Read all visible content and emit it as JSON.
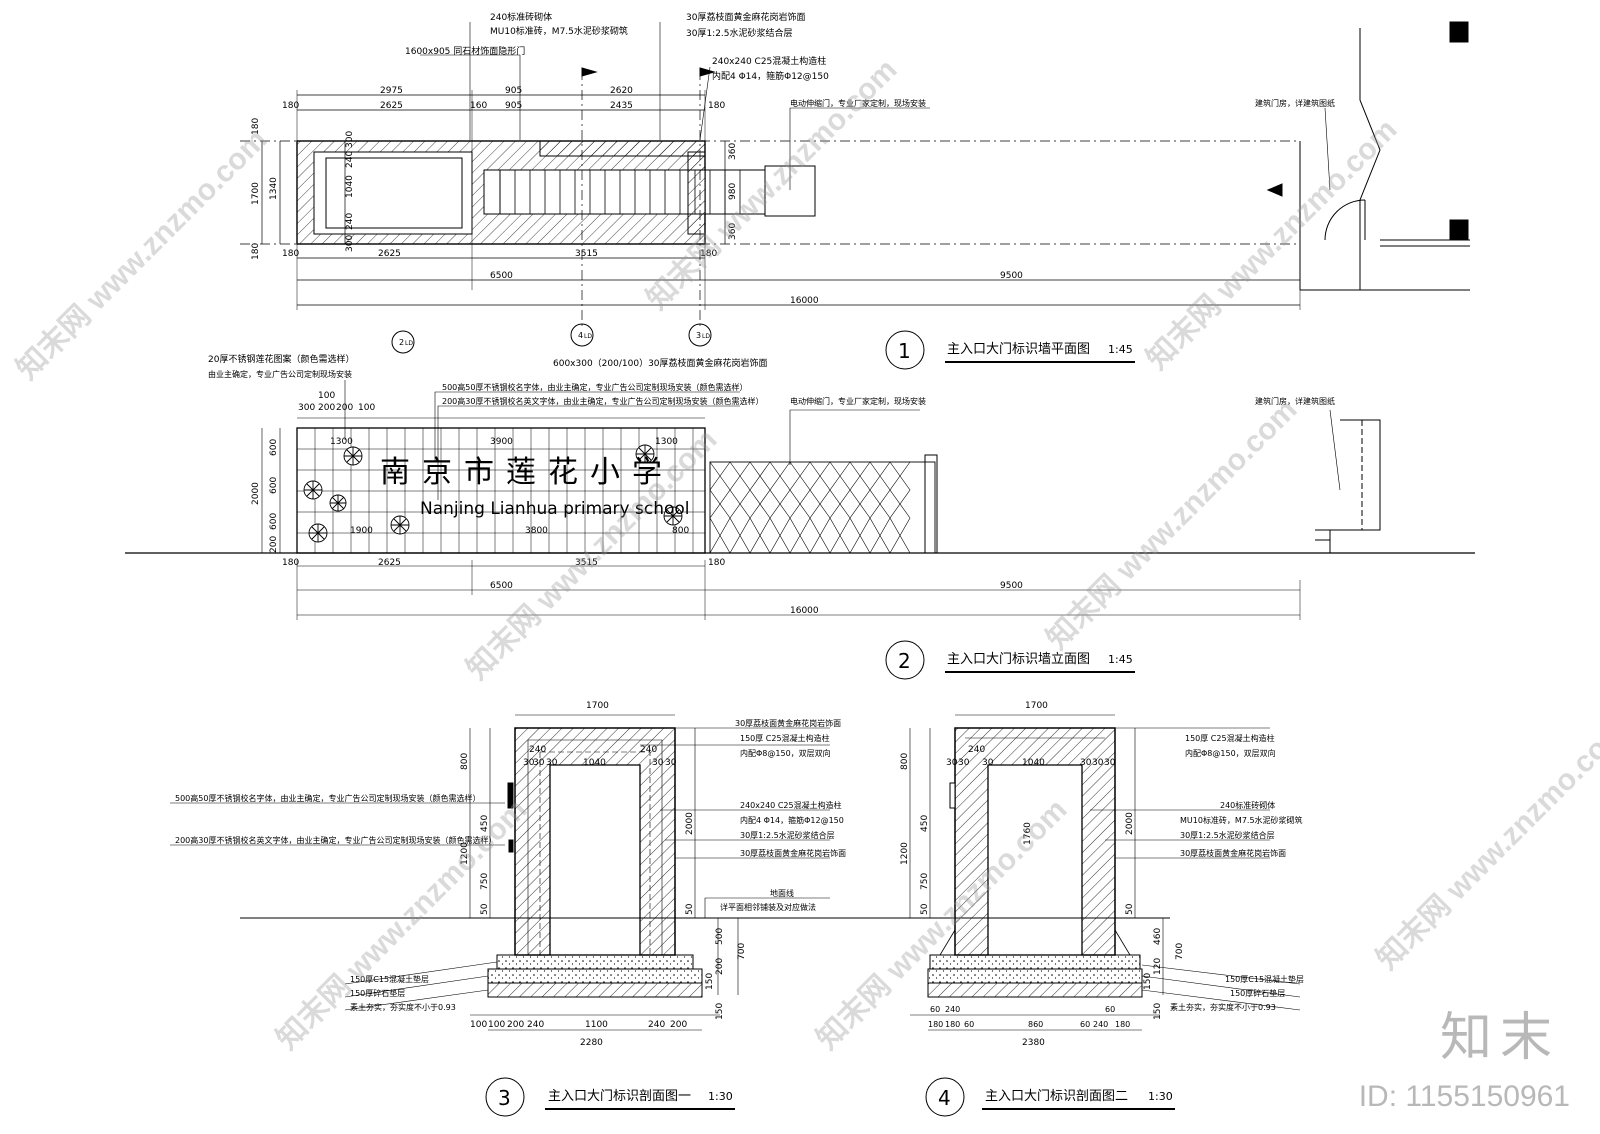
{
  "plan": {
    "notes": {
      "wall240": "240标准砖砌体",
      "mu10": "MU10标准砖，M7.5水泥砂浆砌筑",
      "door": "1600x905 同石材饰面隐形门",
      "granite30": "30厚荔枝面黄金麻花岗岩饰面",
      "mortar30": "30厚1:2.5水泥砂浆结合层",
      "col240": "240x240 C25混凝土构造柱",
      "col240b": "内配4 Φ14，箍筋Φ12@150",
      "gate": "电动伸缩门，专业厂家定制，现场安装",
      "building": "建筑门房，详建筑图纸"
    },
    "dims_top": [
      "2975",
      "905",
      "2620",
      "180",
      "2625",
      "160",
      "905",
      "2435",
      "180"
    ],
    "dims_bottom": [
      "180",
      "2625",
      "3515",
      "180",
      "6500",
      "9500",
      "16000"
    ],
    "dims_left": [
      "180",
      "1700",
      "1340",
      "180"
    ],
    "dims_inner": [
      "300",
      "240",
      "1040",
      "240",
      "300",
      "360",
      "980",
      "360"
    ],
    "section_marks": [
      "2",
      "4",
      "3"
    ],
    "sheet_ref": "LD",
    "title_num": "1",
    "title": "主入口大门标识墙平面图",
    "scale": "1:45"
  },
  "elevation": {
    "notes": {
      "lotus": "20厚不锈钢莲花图案（颜色需选样）",
      "lotus2": "由业主确定，专业广告公司定制现场安装",
      "stone": "600x300（200/100）30厚荔枝面黄金麻花岗岩饰面",
      "name500": "500高50厚不锈钢校名字体，由业主确定，专业广告公司定制现场安装（颜色需选样）",
      "name200": "200高30厚不锈钢校名英文字体，由业主确定，专业广告公司定制现场安装（颜色需选样）",
      "gate": "电动伸缩门，专业厂家定制，现场安装",
      "building": "建筑门房，详建筑图纸"
    },
    "school_cn": "南京市莲花小学",
    "school_en": "Nanjing Lianhua primary school",
    "dims_top": [
      "100",
      "300",
      "200",
      "200",
      "100",
      "1300",
      "3900",
      "1300"
    ],
    "dims_left": [
      "2000",
      "600",
      "600",
      "600",
      "200"
    ],
    "dims_mid": [
      "1900",
      "3800",
      "800"
    ],
    "dims_bottom": [
      "180",
      "2625",
      "3515",
      "180",
      "6500",
      "9500",
      "16000"
    ],
    "title_num": "2",
    "title": "主入口大门标识墙立面图",
    "scale": "1:45"
  },
  "section3": {
    "notes_left": [
      "500高50厚不锈钢校名字体，由业主确定，专业广告公司定制现场安装（颜色需选样）",
      "200高30厚不锈钢校名英文字体，由业主确定，专业广告公司定制现场安装（颜色需选样）"
    ],
    "notes_right": [
      "30厚荔枝面黄金麻花岗岩饰面",
      "150厚 C25混凝土构造柱",
      "内配Φ8@150，双层双向",
      "240x240 C25混凝土构造柱",
      "内配4 Φ14，箍筋Φ12@150",
      "30厚1:2.5水泥砂浆结合层",
      "30厚荔枝面黄金麻花岗岩饰面",
      "地面线",
      "详平面相邻铺装及对应做法"
    ],
    "notes_base": [
      "150厚C15混凝土垫层",
      "150厚碎石垫层",
      "素土夯实，夯实度不小于0.93"
    ],
    "dims": {
      "top": "1700",
      "inner": [
        "30",
        "30",
        "240",
        "30",
        "1040",
        "240",
        "30",
        "30"
      ],
      "left": [
        "800",
        "450",
        "1200",
        "750",
        "50"
      ],
      "right": [
        "2000",
        "50",
        "500",
        "700",
        "200",
        "150",
        "150"
      ],
      "bottom": [
        "100",
        "200",
        "240",
        "1100",
        "240",
        "200",
        "100",
        "2280"
      ]
    },
    "title_num": "3",
    "title": "主入口大门标识剖面图一",
    "scale": "1:30"
  },
  "section4": {
    "notes_right": [
      "150厚 C25混凝土构造柱",
      "内配Φ8@150，双层双向",
      "240标准砖砌体",
      "MU10标准砖，M7.5水泥砂浆砌筑",
      "30厚1:2.5水泥砂浆结合层",
      "30厚荔枝面黄金麻花岗岩饰面"
    ],
    "notes_base": [
      "150厚C15混凝土垫层",
      "150厚碎石垫层",
      "素土夯实，夯实度不小于0.93"
    ],
    "dims": {
      "top": "1700",
      "inner": [
        "30",
        "30",
        "240",
        "30",
        "1040",
        "30",
        "30",
        "30"
      ],
      "left": [
        "800",
        "450",
        "1200",
        "750",
        "50"
      ],
      "right": [
        "2000",
        "50",
        "460",
        "700",
        "120",
        "150",
        "150"
      ],
      "mid": "1760",
      "bottom": [
        "180",
        "180",
        "60",
        "240",
        "60",
        "860",
        "60",
        "240",
        "60",
        "180",
        "2380"
      ]
    },
    "title_num": "4",
    "title": "主入口大门标识剖面图二",
    "scale": "1:30"
  },
  "watermark": {
    "site": "www.znzmo.com",
    "site_cn": "知末网",
    "brand": "知末",
    "id": "ID: 1155150961"
  }
}
